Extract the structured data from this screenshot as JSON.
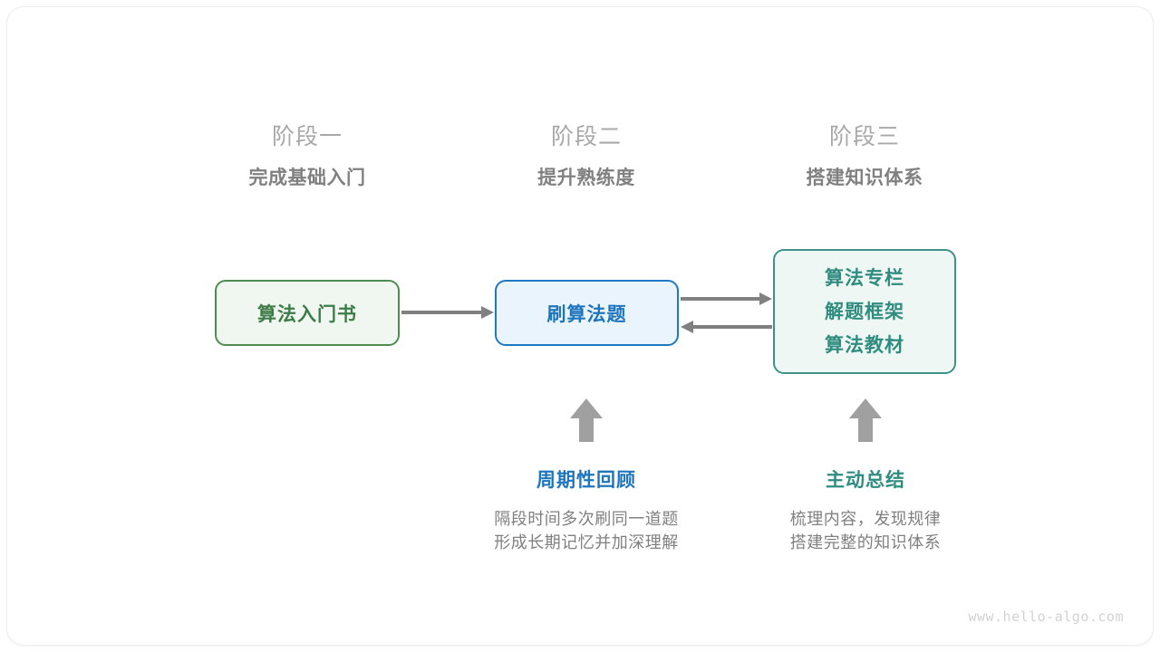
{
  "diagram": {
    "title_watermark": "www.hello-algo.com",
    "stages": [
      {
        "index_label": "阶段一",
        "title": "完成基础入门"
      },
      {
        "index_label": "阶段二",
        "title": "提升熟练度"
      },
      {
        "index_label": "阶段三",
        "title": "搭建知识体系"
      }
    ],
    "nodes": {
      "intro_book": {
        "label": "算法入门书",
        "color": "#3d7c46",
        "border": "#4f8c52",
        "fill": "#eff7f0"
      },
      "practice": {
        "label": "刷算法题",
        "color": "#1d75bd",
        "border": "#1f79c2",
        "fill": "#eaf4fc"
      },
      "resources": {
        "lines": [
          "算法专栏",
          "解题框架",
          "算法教材"
        ],
        "color": "#2f8d7f",
        "border": "#3f9288",
        "fill": "#eef7f4"
      }
    },
    "notes": [
      {
        "title": "周期性回顾",
        "color": "#1d75bd",
        "body_lines": [
          "隔段时间多次刷同一道题",
          "形成长期记忆并加深理解"
        ]
      },
      {
        "title": "主动总结",
        "color": "#2f8d7f",
        "body_lines": [
          "梳理内容，发现规律",
          "搭建完整的知识体系"
        ]
      }
    ],
    "arrows": {
      "book_to_practice": "算法入门书 → 刷算法题",
      "practice_to_resources": "刷算法题 → 算法专栏/解题框架/算法教材",
      "resources_to_practice": "算法专栏/解题框架/算法教材 → 刷算法题",
      "review_up": "周期性回顾 ↑ 刷算法题",
      "summary_up": "主动总结 ↑ 算法专栏/解题框架/算法教材",
      "color": "#808080"
    }
  }
}
